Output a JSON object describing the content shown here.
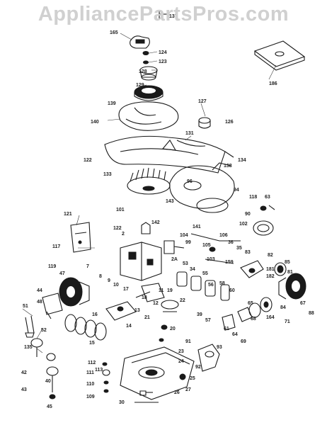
{
  "watermark": "AppliancePartsPros.com",
  "labels": [
    {
      "id": "137",
      "t": "137"
    },
    {
      "id": "165",
      "t": "165"
    },
    {
      "id": "124",
      "t": "124"
    },
    {
      "id": "123",
      "t": "123"
    },
    {
      "id": "128",
      "t": "128"
    },
    {
      "id": "129",
      "t": "129"
    },
    {
      "id": "186",
      "t": "186"
    },
    {
      "id": "127",
      "t": "127"
    },
    {
      "id": "139",
      "t": "139"
    },
    {
      "id": "140",
      "t": "140"
    },
    {
      "id": "126",
      "t": "126"
    },
    {
      "id": "131",
      "t": "131"
    },
    {
      "id": "122a",
      "t": "122"
    },
    {
      "id": "134",
      "t": "134"
    },
    {
      "id": "133",
      "t": "133"
    },
    {
      "id": "138",
      "t": "138"
    },
    {
      "id": "96",
      "t": "96"
    },
    {
      "id": "94",
      "t": "94"
    },
    {
      "id": "118",
      "t": "118"
    },
    {
      "id": "63",
      "t": "63"
    },
    {
      "id": "101",
      "t": "101"
    },
    {
      "id": "143",
      "t": "143"
    },
    {
      "id": "121",
      "t": "121"
    },
    {
      "id": "90",
      "t": "90"
    },
    {
      "id": "102",
      "t": "102"
    },
    {
      "id": "122b",
      "t": "122"
    },
    {
      "id": "142",
      "t": "142"
    },
    {
      "id": "141",
      "t": "141"
    },
    {
      "id": "2",
      "t": "2"
    },
    {
      "id": "104",
      "t": "104"
    },
    {
      "id": "99",
      "t": "99"
    },
    {
      "id": "106",
      "t": "106"
    },
    {
      "id": "117",
      "t": "117"
    },
    {
      "id": "36",
      "t": "36"
    },
    {
      "id": "35",
      "t": "35"
    },
    {
      "id": "83",
      "t": "83"
    },
    {
      "id": "103",
      "t": "103"
    },
    {
      "id": "105",
      "t": "105"
    },
    {
      "id": "159",
      "t": "159"
    },
    {
      "id": "82",
      "t": "82"
    },
    {
      "id": "181",
      "t": "181"
    },
    {
      "id": "182",
      "t": "182"
    },
    {
      "id": "2A",
      "t": "2A"
    },
    {
      "id": "53",
      "t": "53"
    },
    {
      "id": "34",
      "t": "34"
    },
    {
      "id": "55",
      "t": "55"
    },
    {
      "id": "119",
      "t": "119"
    },
    {
      "id": "47",
      "t": "47"
    },
    {
      "id": "7",
      "t": "7"
    },
    {
      "id": "85",
      "t": "85"
    },
    {
      "id": "81",
      "t": "81"
    },
    {
      "id": "56",
      "t": "56"
    },
    {
      "id": "58",
      "t": "58"
    },
    {
      "id": "60",
      "t": "60"
    },
    {
      "id": "67",
      "t": "67"
    },
    {
      "id": "88",
      "t": "88"
    },
    {
      "id": "44",
      "t": "44"
    },
    {
      "id": "22",
      "t": "22"
    },
    {
      "id": "17",
      "t": "17"
    },
    {
      "id": "39",
      "t": "39"
    },
    {
      "id": "57",
      "t": "57"
    },
    {
      "id": "61",
      "t": "61"
    },
    {
      "id": "64",
      "t": "64"
    },
    {
      "id": "69",
      "t": "69"
    },
    {
      "id": "65",
      "t": "65"
    },
    {
      "id": "71",
      "t": "71"
    },
    {
      "id": "84",
      "t": "84"
    },
    {
      "id": "164",
      "t": "164"
    },
    {
      "id": "68",
      "t": "68"
    },
    {
      "id": "48",
      "t": "48"
    },
    {
      "id": "51",
      "t": "51"
    },
    {
      "id": "16",
      "t": "16"
    },
    {
      "id": "21",
      "t": "21"
    },
    {
      "id": "20",
      "t": "20"
    },
    {
      "id": "91",
      "t": "91"
    },
    {
      "id": "92",
      "t": "92"
    },
    {
      "id": "52",
      "t": "52"
    },
    {
      "id": "15",
      "t": "15"
    },
    {
      "id": "14",
      "t": "14"
    },
    {
      "id": "135",
      "t": "135"
    },
    {
      "id": "23",
      "t": "23"
    },
    {
      "id": "25",
      "t": "25"
    },
    {
      "id": "24",
      "t": "24"
    },
    {
      "id": "40",
      "t": "40"
    },
    {
      "id": "112",
      "t": "112"
    },
    {
      "id": "113",
      "t": "113"
    },
    {
      "id": "111",
      "t": "111"
    },
    {
      "id": "110",
      "t": "110"
    },
    {
      "id": "42",
      "t": "42"
    },
    {
      "id": "43",
      "t": "43"
    },
    {
      "id": "109",
      "t": "109"
    },
    {
      "id": "27",
      "t": "27"
    },
    {
      "id": "26",
      "t": "26"
    },
    {
      "id": "30",
      "t": "30"
    },
    {
      "id": "45",
      "t": "45"
    },
    {
      "id": "93",
      "t": "93"
    },
    {
      "id": "18",
      "t": "18"
    },
    {
      "id": "13",
      "t": "13"
    },
    {
      "id": "12",
      "t": "12"
    },
    {
      "id": "11",
      "t": "11"
    },
    {
      "id": "19",
      "t": "19"
    },
    {
      "id": "8",
      "t": "8"
    },
    {
      "id": "9",
      "t": "9"
    },
    {
      "id": "10",
      "t": "10"
    }
  ]
}
